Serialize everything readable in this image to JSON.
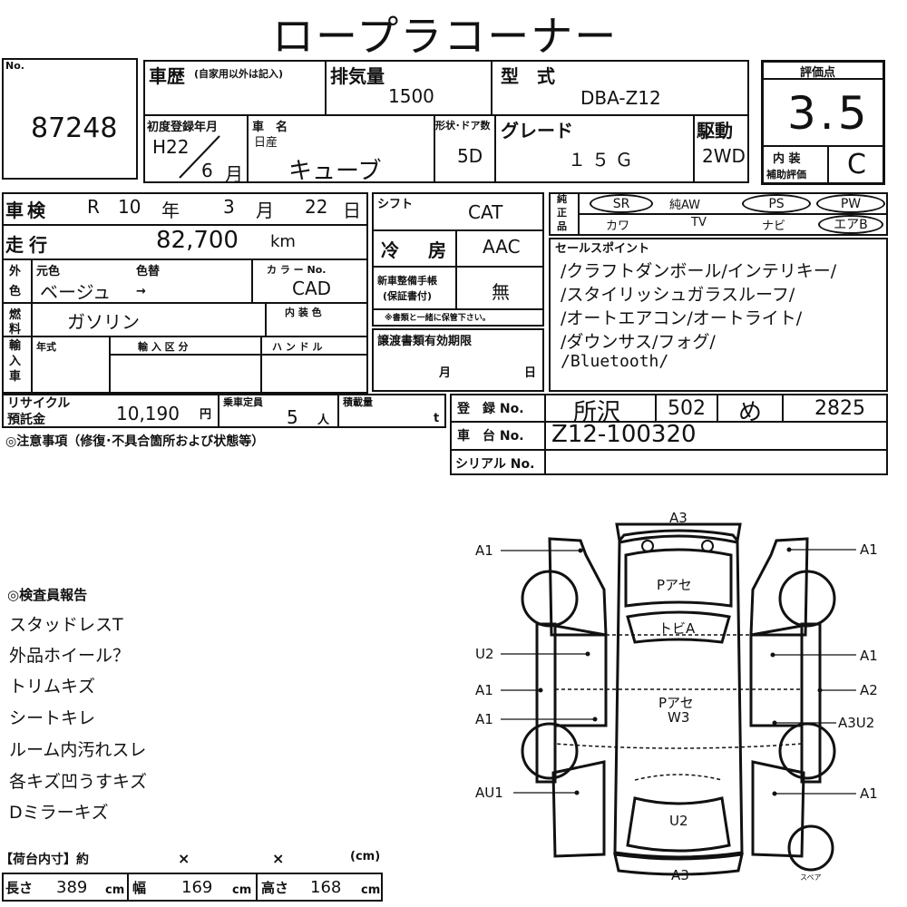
{
  "title": "ロープラコーナー",
  "no_label": "No.",
  "lot_number": "87248",
  "history": {
    "label": "車歴",
    "note": "(自家用以外は記入)",
    "value": ""
  },
  "displacement": {
    "label": "排気量",
    "value": "1500"
  },
  "model": {
    "label": "型　式",
    "value": "DBA-Z12"
  },
  "score": {
    "label": "評価点",
    "value": "3.5",
    "interior_label_1": "内 装",
    "interior_label_2": "補助評価",
    "interior_value": "C"
  },
  "first_reg": {
    "label": "初度登録年月",
    "era_year": "H22",
    "month": "6",
    "month_unit": "月"
  },
  "car_name": {
    "label": "車　名",
    "maker": "日産",
    "value": "キューブ"
  },
  "doors": {
    "label": "形状･ドア数",
    "value": "5D"
  },
  "grade": {
    "label": "グレード",
    "value": "１５Ｇ"
  },
  "drive": {
    "label": "駆動",
    "value": "2WD"
  },
  "inspection": {
    "label": "車検",
    "era": "R",
    "year": "10",
    "year_unit": "年",
    "month": "3",
    "month_unit": "月",
    "day": "22",
    "day_unit": "日"
  },
  "shift": {
    "label": "シフト",
    "value": "CAT"
  },
  "equipment": {
    "label_1": "純",
    "label_2": "正",
    "label_3": "品",
    "row1": [
      "SR",
      "純AW",
      "PS",
      "PW"
    ],
    "row2": [
      "カワ",
      "TV",
      "ナビ",
      "エアB"
    ]
  },
  "mileage": {
    "label": "走行",
    "value": "82,700",
    "unit": "km"
  },
  "ac": {
    "label": "冷　房",
    "value": "AAC"
  },
  "sales_points": {
    "label": "セールスポイント",
    "lines": [
      "/クラフトダンボール/インテリキー/",
      "/スタイリッシュガラスルーフ/",
      "/オートエアコン/オートライト/",
      "/ダウンサス/フォグ/",
      "/Bluetooth/"
    ]
  },
  "color": {
    "label_1": "外",
    "label_2": "色",
    "orig_label": "元色",
    "change_label": "色替",
    "value": "ベージュ",
    "arrow": "→",
    "code_label": "カ ラ ー No.",
    "code": "CAD"
  },
  "manual": {
    "label_1": "新車整備手帳",
    "label_2": "(保証書付)",
    "value": "無",
    "note": "※書類と一緒に保管下さい。"
  },
  "fuel": {
    "label_1": "燃",
    "label_2": "料",
    "value": "ガソリン",
    "interior_color_label": "内 装 色",
    "interior_color": ""
  },
  "import": {
    "label_1": "輸",
    "label_2": "入",
    "label_3": "車",
    "year_label": "年式",
    "type_label": "輸 入 区 分",
    "handle_label": "ハ ン ド ル"
  },
  "transfer": {
    "label": "譲渡書類有効期限",
    "month_unit": "月",
    "day_unit": "日"
  },
  "recycle": {
    "label_1": "リサイクル",
    "label_2": "預託金",
    "value": "10,190",
    "unit": "円"
  },
  "capacity": {
    "label": "乗車定員",
    "value": "5",
    "unit": "人"
  },
  "load": {
    "label": "積載量",
    "unit": "t"
  },
  "registration": {
    "label": "登　録 No.",
    "office": "所沢",
    "class_no": "502",
    "kana": "め",
    "number": "2825"
  },
  "chassis": {
    "label": "車　台 No.",
    "value": "Z12-100320"
  },
  "serial": {
    "label": "シリアル No.",
    "value": ""
  },
  "notes_label": "◎注意事項（修復･不具合箇所および状態等）",
  "inspector": {
    "label": "◎検査員報告",
    "lines": [
      "スタッドレスT",
      "外品ホイール？",
      "トリムキズ",
      "シートキレ",
      "ルーム内汚れスレ",
      "各キズ凹うすキズ",
      "Dミラーキズ"
    ]
  },
  "cargo": {
    "label": "【荷台内寸】約",
    "x1": "×",
    "x2": "×",
    "unit_hdr": "(cm)",
    "length_label": "長さ",
    "length": "389",
    "width_label": "幅",
    "width": "169",
    "height_label": "高さ",
    "height": "168",
    "unit": "cm"
  },
  "diagram": {
    "front_code": "A3",
    "rear_code": "A3",
    "hood_text": "Pアセ",
    "windshield_text": "トビA",
    "roof_text_1": "Pアセ",
    "roof_text_2": "W3",
    "rear_glass_code": "U2",
    "left_codes": [
      "A1",
      "U2",
      "A1",
      "A1",
      "AU1"
    ],
    "right_codes": [
      "A1",
      "A1",
      "A2",
      "A3U2",
      "A1"
    ],
    "spare_label": "スペア"
  }
}
